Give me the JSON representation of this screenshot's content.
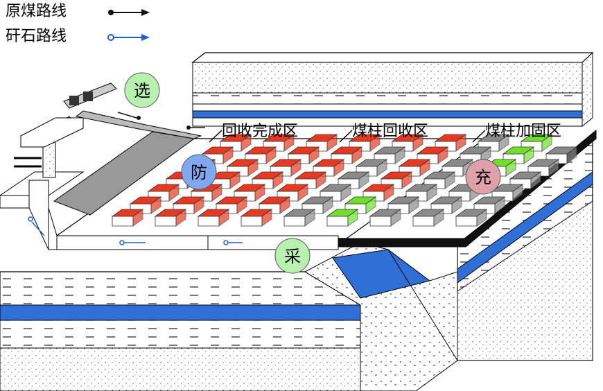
{
  "legend": {
    "raw_coal_route": "原煤路线",
    "gangue_route": "矸石路线",
    "raw_coal_color": "#111111",
    "gangue_color": "#1f5fd0"
  },
  "zones": {
    "recovery_done": "回收完成区",
    "pillar_recovery": "煤柱回收区",
    "pillar_reinforce": "煤柱加固区"
  },
  "process": {
    "select": "选",
    "prevent": "防",
    "mine": "采",
    "fill": "充"
  },
  "colors": {
    "brick_red": "#e8381f",
    "brick_gray": "#8a8a8a",
    "brick_green": "#6ee02a",
    "seam_blue": "#2f6fd6",
    "select_circle": "#b8f0b0",
    "prevent_circle": "#7fa8f0",
    "mine_circle": "#b8f0b0",
    "fill_circle": "#e0a0a8"
  }
}
